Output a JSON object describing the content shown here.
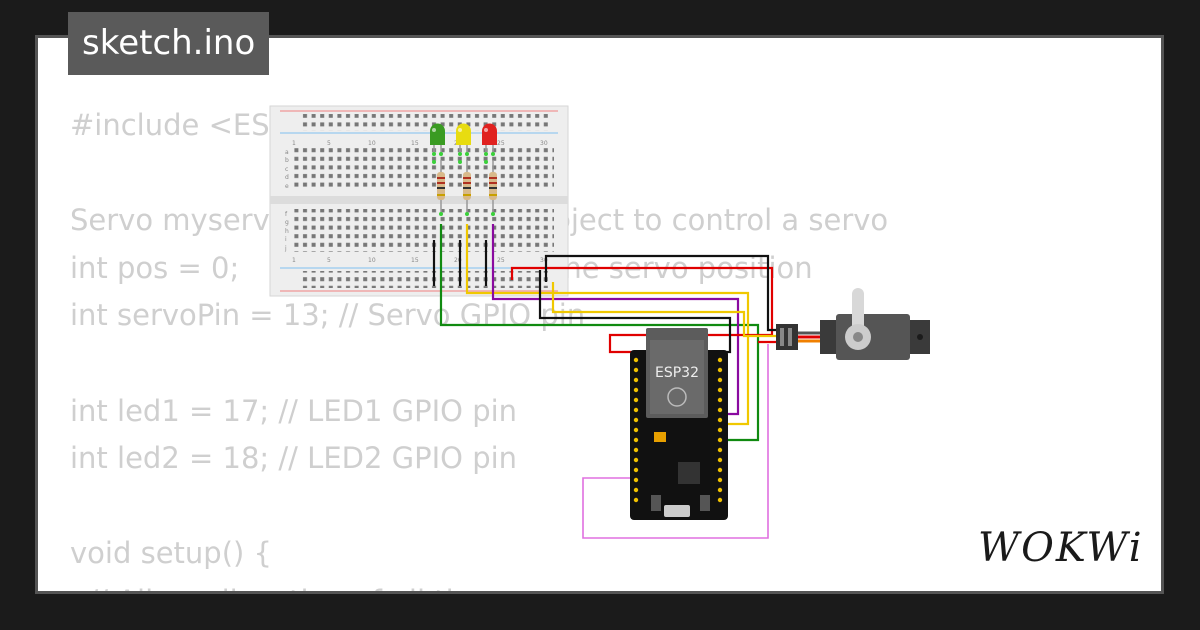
{
  "tab": {
    "title": "sketch.ino"
  },
  "code": {
    "lines": [
      "#include <ESP32Servo.h>",
      "",
      "Servo myservo;  // create servo object to control a servo",
      "int pos = 0;    // variable to store the servo position",
      "int servoPin = 13; // Servo GPIO pin",
      "",
      "int led1 = 17; // LED1 GPIO pin",
      "int led2 = 18; // LED2 GPIO pin",
      "",
      "void setup() {",
      "  // Allow allocation of all timers"
    ]
  },
  "breadboard": {
    "top_numbers": [
      "1",
      "5",
      "10",
      "15",
      "20",
      "25",
      "30"
    ],
    "bottom_numbers": [
      "1",
      "5",
      "10",
      "15",
      "20",
      "25",
      "30"
    ],
    "rows_top": [
      "a",
      "b",
      "c",
      "d",
      "e"
    ],
    "rows_bottom": [
      "f",
      "g",
      "h",
      "i",
      "j"
    ]
  },
  "leds": [
    {
      "color": "#3a9b22"
    },
    {
      "color": "#e8dc10"
    },
    {
      "color": "#e0211f"
    }
  ],
  "board": {
    "label": "ESP32"
  },
  "wires": {
    "red": "#e00000",
    "black": "#111111",
    "yellow": "#f0c800",
    "purple": "#8a0aa0",
    "green": "#108a10",
    "pink": "#e070e0"
  },
  "brand": {
    "logo": "WOKWi"
  }
}
